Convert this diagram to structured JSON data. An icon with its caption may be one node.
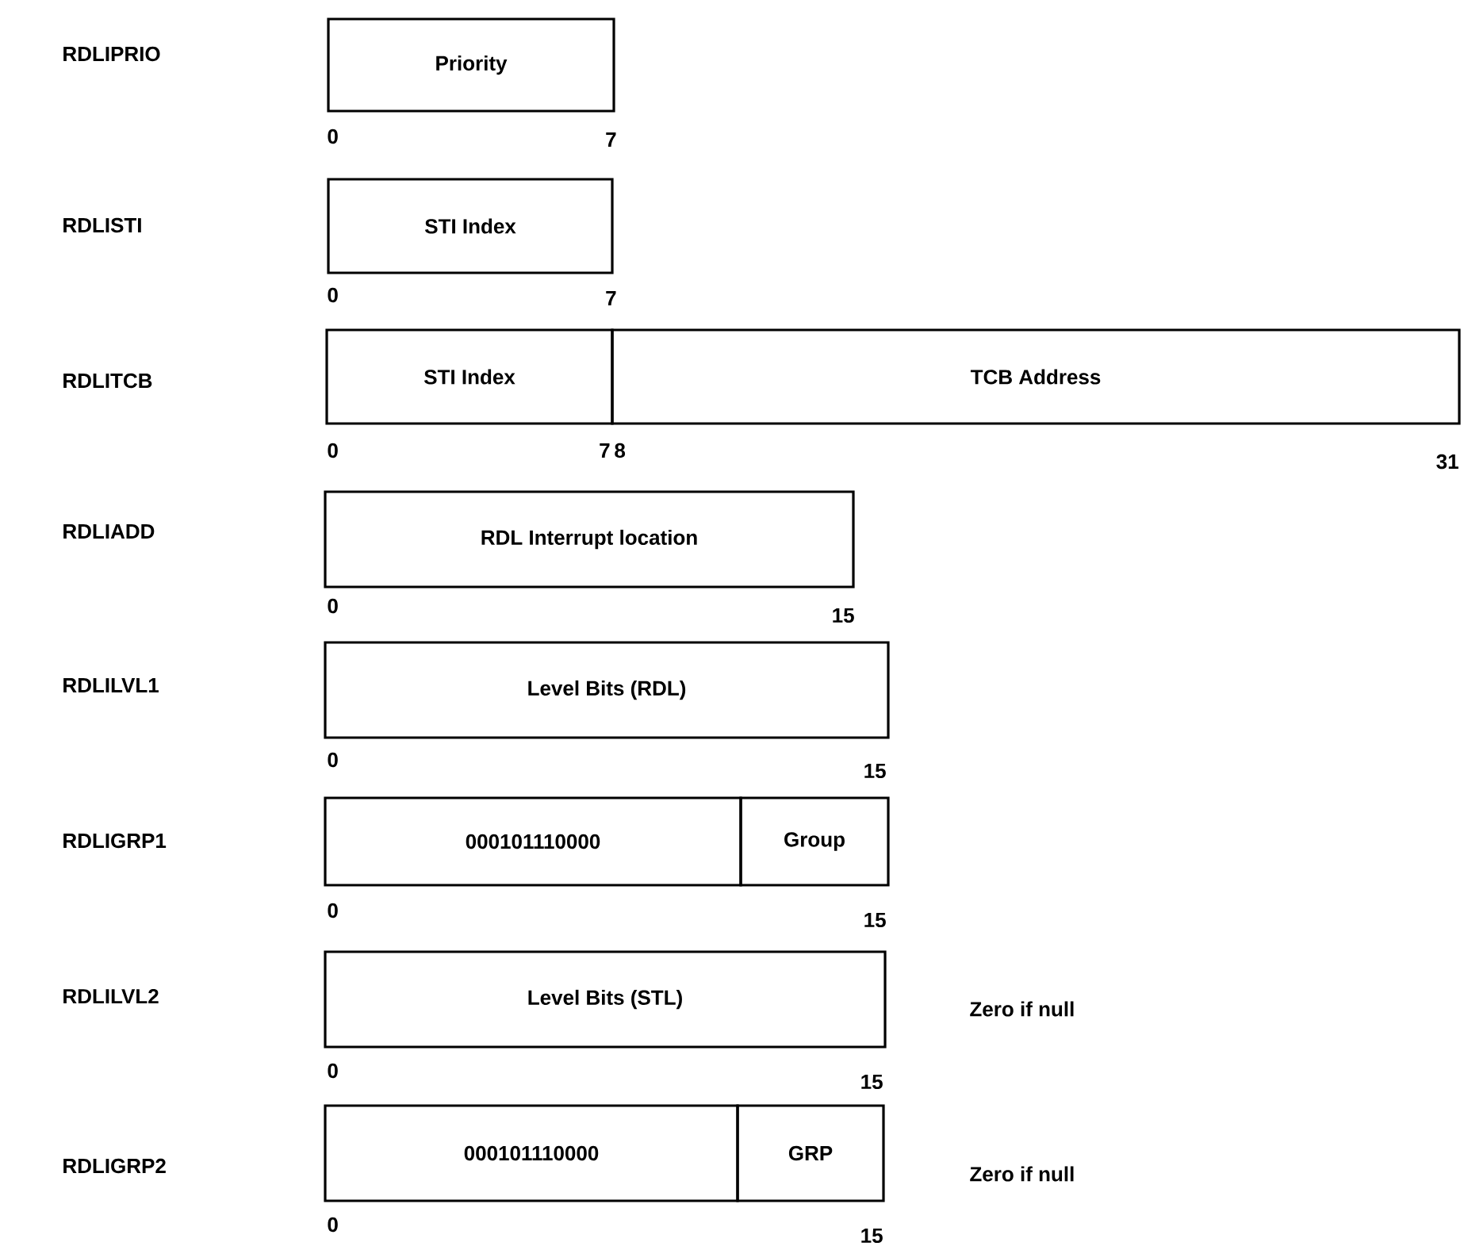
{
  "diagram": {
    "nodes": [
      {
        "text": [
          "Priority"
        ]
      },
      {
        "text": [
          "STI Index"
        ]
      },
      {
        "text": [
          "STI Index"
        ]
      },
      {
        "text": [
          "TCB Address"
        ]
      },
      {
        "text": [
          "RDL Interrupt location"
        ]
      },
      {
        "text": [
          "Level Bits (RDL)"
        ]
      },
      {
        "text": [
          "000101110000"
        ]
      },
      {
        "text": [
          "Group"
        ]
      },
      {
        "text": [
          "Level Bits (STL)"
        ]
      },
      {
        "text": [
          "000101110000"
        ]
      },
      {
        "text": [
          "GRP"
        ]
      }
    ],
    "labels": [
      "RDLIPRIO",
      "0",
      "7",
      "RDLISTI",
      "0",
      "7",
      "RDLITCB",
      "0",
      "7",
      "8",
      "31",
      "RDLIADD",
      "0",
      "15",
      "RDLILVL1",
      "0",
      "15",
      "RDLIGRP1",
      "0",
      "15",
      "RDLILVL2",
      "Zero if null",
      "0",
      "15",
      "RDLIGRP2",
      "Zero if null",
      "0",
      "15"
    ]
  }
}
